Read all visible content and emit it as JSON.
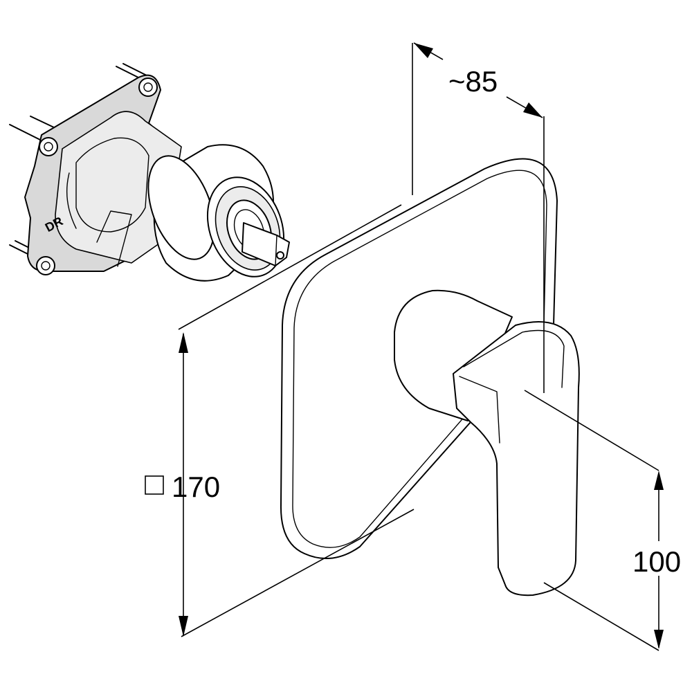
{
  "dimensions": {
    "depth_label": "~85",
    "square_label": "170",
    "height_label": "100"
  },
  "valve_marking": "DR",
  "icons": {
    "square_symbol": "square-outline-icon"
  }
}
